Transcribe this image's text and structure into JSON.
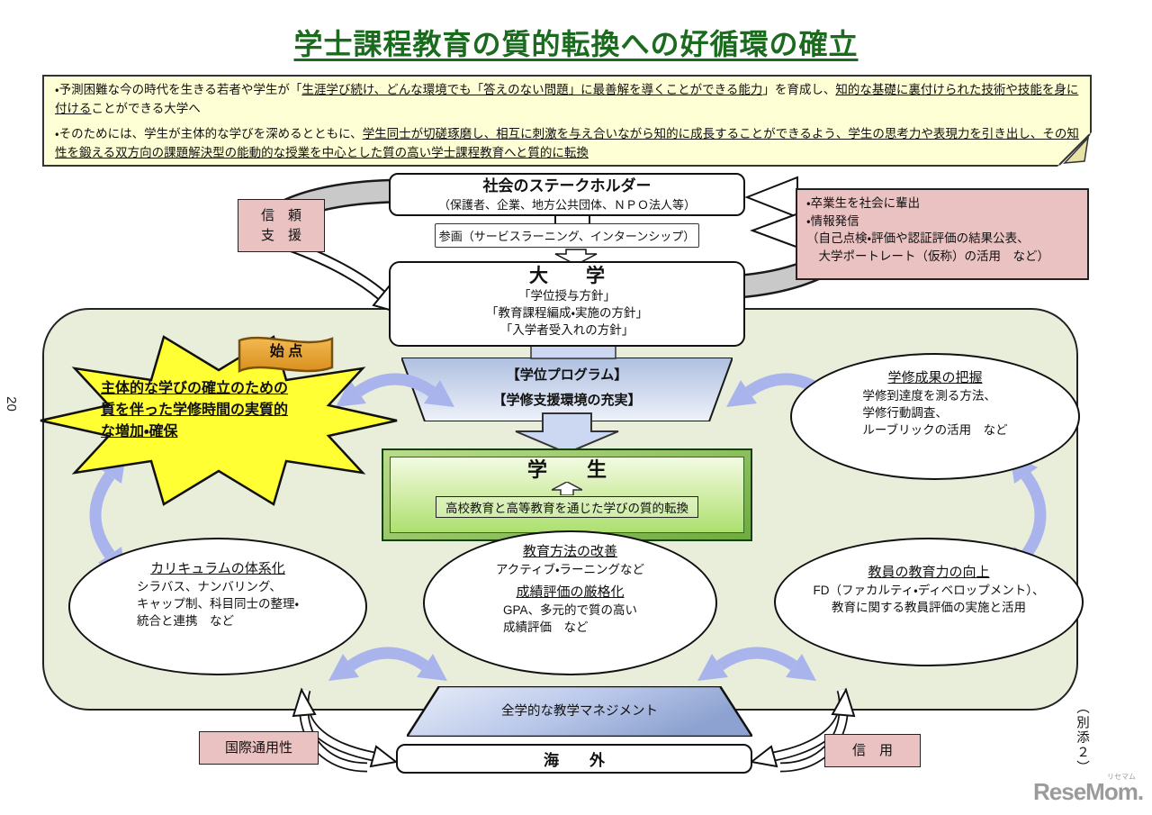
{
  "colors": {
    "title_green": "#1b6b1f",
    "note_yellow": "#ffffd6",
    "pink": "#eac2c2",
    "container_green": "#e9eedb",
    "star_yellow": "#ffff33",
    "flag_orange": "#eda43b",
    "arrow_blue": "#a9b4ec",
    "trapezoid_blue": "#aebfe0",
    "student_green": "#ace06f",
    "band_gray": "#c9c9c9"
  },
  "header": {
    "title": "学士課程教育の質的転換への好循環の確立"
  },
  "intro": {
    "bullet1": [
      {
        "t": "・予測困難な今の時代を生きる若者や学生が「",
        "u": false
      },
      {
        "t": "生涯学び続け、どんな環境でも「答えのない問題」に最善解を導くことができる能力",
        "u": true
      },
      {
        "t": "」を育成し、",
        "u": false
      },
      {
        "t": "知的な基礎に裏付けられた技術や技能を身に付ける",
        "u": true
      },
      {
        "t": "ことができる大学へ",
        "u": false
      }
    ],
    "bullet2": [
      {
        "t": "・そのためには、学生が主体的な学びを深めるとともに、",
        "u": false
      },
      {
        "t": "学生同士が切磋琢磨し、相互に刺激を与え合いながら知的に成長することができるよう、学生の思考力や表現力を引き出し、その知性を鍛える双方向の課題解決型の能動的な授業を中心とした質の高い学士課程教育へと質的に転換",
        "u": true
      }
    ]
  },
  "top": {
    "stakeholder": {
      "title": "社会のステークホルダー",
      "subtitle": "（保護者、企業、地方公共団体、ＮＰＯ法人等）"
    },
    "trust_box": {
      "lines": [
        "信　頼",
        "支　援"
      ]
    },
    "participation": {
      "label": "参画（サービスラーニング、インターンシップ）"
    },
    "output_box": {
      "lines": [
        "・卒業生を社会に輩出",
        "・情報発信",
        "（自己点検・評価や認証評価の結果公表、",
        "　大学ポートレート（仮称）の活用　など）"
      ]
    },
    "university": {
      "title": "大　　学",
      "policies": [
        "「学位授与方針」",
        "「教育課程編成・実施の方針」",
        "「入学者受入れの方針」"
      ]
    }
  },
  "cycle": {
    "start_flag": "始 点",
    "study_time_star": {
      "lines": [
        "主体的な学びの確立のための",
        "質を伴った学修時間の実質的",
        "な増加・確保"
      ]
    },
    "degree_program": {
      "lines": [
        "【学位プログラム】",
        "【学修支援環境の充実】"
      ]
    },
    "student": {
      "title": "学　　生",
      "note": "高校教育と高等教育を通じた学びの質的転換"
    },
    "outcomes": {
      "title": "学修成果の把握",
      "lines": [
        "学修到達度を測る方法、",
        "学修行動調査、",
        "ルーブリックの活用　など"
      ]
    },
    "curriculum": {
      "title": "カリキュラムの体系化",
      "lines": [
        "シラバス、ナンバリング、",
        "キャップ制、科目同士の整理・",
        "統合と連携　など"
      ]
    },
    "teaching": {
      "title": "教育方法の改善",
      "line": "アクティブ・ラーニングなど",
      "title2": "成績評価の厳格化",
      "lines2": [
        "GPA、多元的で質の高い",
        "成績評価　など"
      ]
    },
    "faculty": {
      "title": "教員の教育力の向上",
      "lines": [
        "FD（ファカルティ・ディベロップメント）、",
        "教育に関する教員評価の実施と活用"
      ]
    },
    "management": "全学的な教学マネジメント"
  },
  "bottom": {
    "overseas": "海　　外",
    "international": "国際通用性",
    "credit": "信　用"
  },
  "annotations": {
    "attachment": "（別添２）",
    "page_number": "20"
  },
  "logo": {
    "text": "ReseMom.",
    "ruby": "リセマム"
  }
}
